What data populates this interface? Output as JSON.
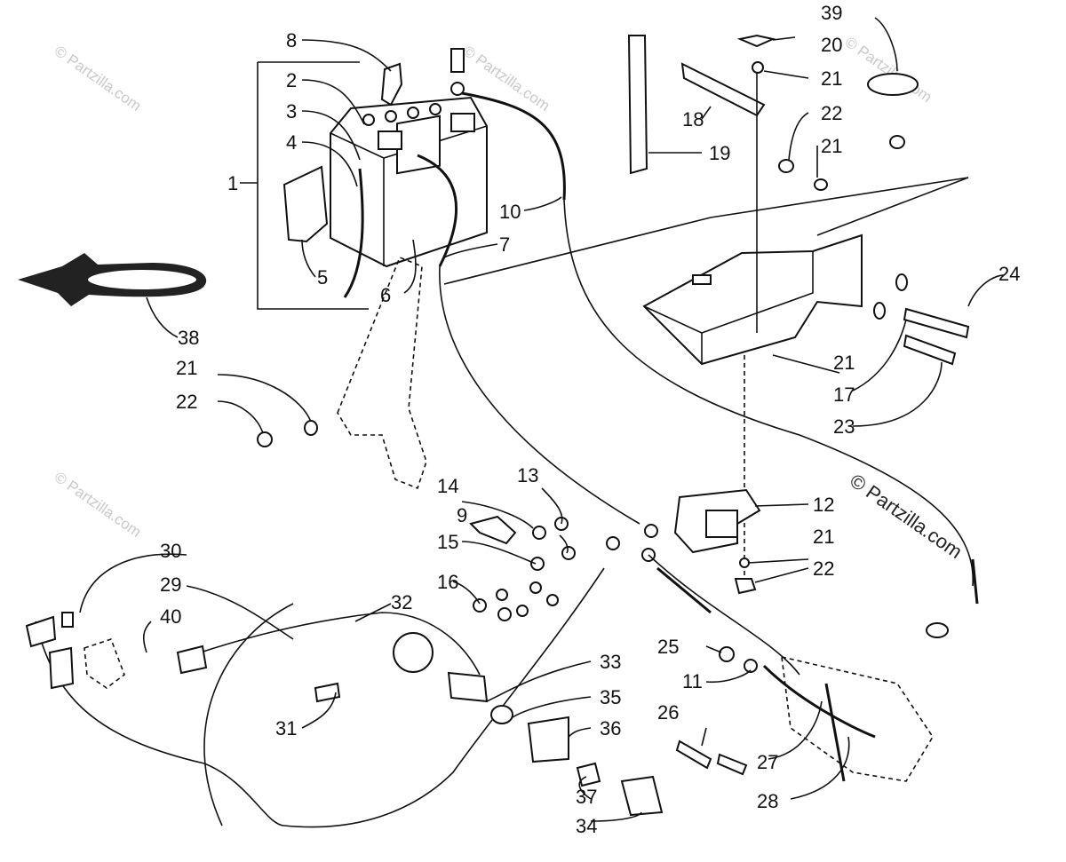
{
  "callouts": [
    "1",
    "2",
    "3",
    "4",
    "5",
    "6",
    "7",
    "8",
    "9",
    "10",
    "11",
    "12",
    "13",
    "14",
    "15",
    "16",
    "17",
    "18",
    "19",
    "20",
    "21",
    "22",
    "23",
    "24",
    "25",
    "26",
    "27",
    "28",
    "29",
    "30",
    "31",
    "32",
    "33",
    "34",
    "35",
    "36",
    "37",
    "38",
    "39",
    "40"
  ],
  "repeat_labels": {
    "r21": "21",
    "r22": "22"
  },
  "watermark": {
    "text": "© Partzilla.com"
  }
}
